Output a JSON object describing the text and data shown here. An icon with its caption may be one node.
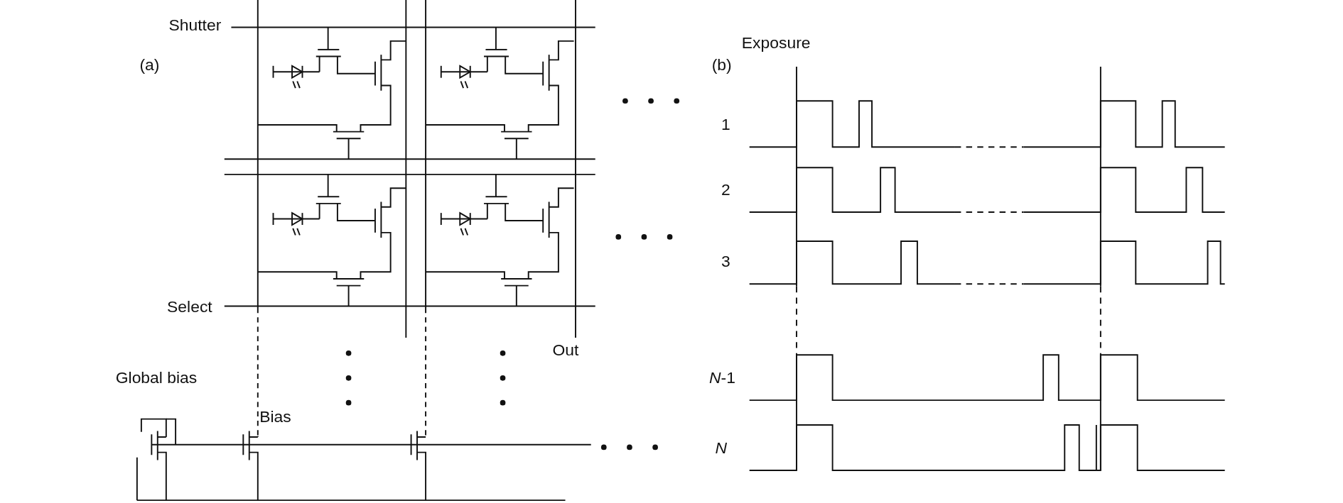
{
  "diagram": {
    "labels": [
      "Shutter",
      "(a)",
      "Select",
      "Out",
      "Global bias",
      "Bias",
      "(b)",
      "Exposure",
      "1",
      "2",
      "3",
      "*N*-1",
      "N"
    ]
  }
}
